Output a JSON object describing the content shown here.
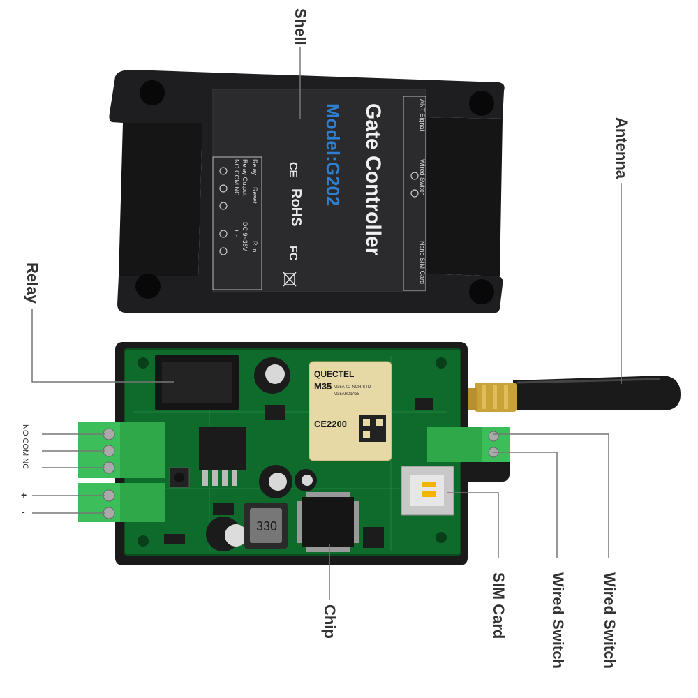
{
  "callouts": {
    "shell": "Shell",
    "antenna": "Antenna",
    "relay": "Relay",
    "chip": "Chip",
    "sim_card": "SIM Card",
    "wired_switch_1": "Wired Switch",
    "wired_switch_2": "Wired Switch"
  },
  "pins": {
    "relay_pins": "NO COM NC",
    "plus": "+",
    "minus": "-"
  },
  "shell_label": {
    "title": "Gate Controller",
    "model": "Model:G202",
    "ce": "CE",
    "rohs": "RoHS",
    "fc": "FC",
    "ant_signal": "ANT Signal",
    "wired_switch": "Wired Switch",
    "nano_sim": "Nano SIM Card",
    "relay": "Relay",
    "reset": "Reset",
    "relay_output": "Relay Output",
    "no_com_nc": "NO COM NC",
    "run": "Run",
    "dc_input": "DC 9~36V",
    "plus_minus": "+ -"
  },
  "module": {
    "brand": "QUECTEL",
    "model": "M35",
    "code1": "M35A-02-NCH-STD",
    "code2": "M35AR01A35",
    "ce_mark": "CE2200",
    "inductor": "330"
  },
  "colors": {
    "shell": "#1e1e20",
    "pcb": "#0f6b2c",
    "terminal": "#2fa84a",
    "antenna": "#1a1a1a",
    "connector": "#c9a23a",
    "module": "#e7d9a6",
    "text": "#333333",
    "model_blue": "#2f7fd1"
  }
}
